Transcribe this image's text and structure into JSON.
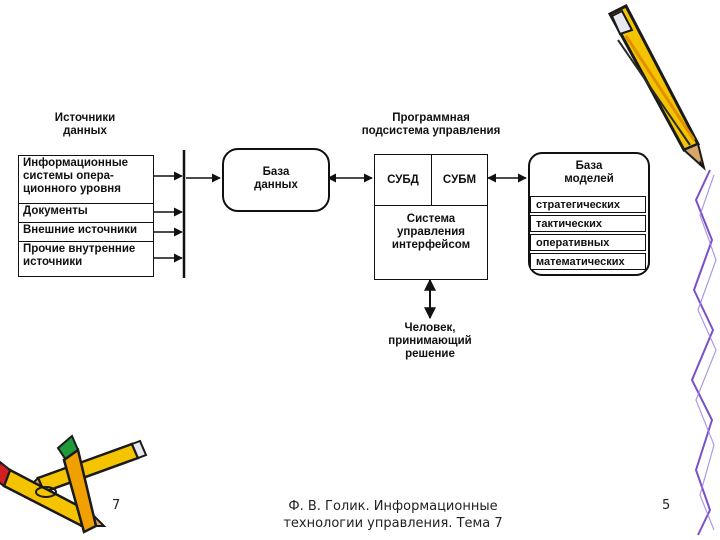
{
  "diagram": {
    "sources_header": "Источники\nданных",
    "sources": [
      "Информационные\nсистемы опера-\nционного уровня",
      "Документы",
      "Внешние источники",
      "Прочие внутренние\nисточники"
    ],
    "database": "База\nданных",
    "program_header": "Программная\nподсистема управления",
    "dbms": "СУБД",
    "mbms": "СУБМ",
    "interface_system": "Система\nуправления\nинтерфейсом",
    "models_base": "База\nмоделей",
    "models": [
      "стратегических",
      "тактических",
      "оперативных",
      "математических"
    ],
    "decision_maker": "Человек,\nпринимающий\nрешение"
  },
  "footer": {
    "left_number": "7",
    "center_text": "Ф. В. Голик. Информационные технологии управления. Тема 7",
    "right_number": "5"
  }
}
